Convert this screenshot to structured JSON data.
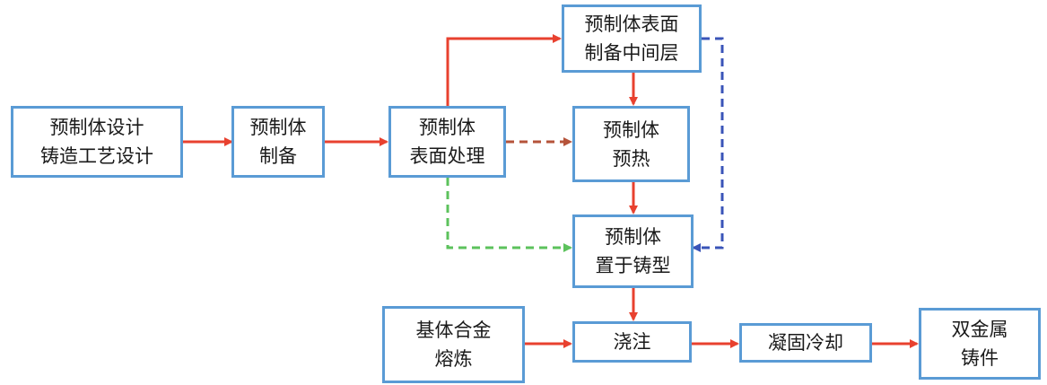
{
  "diagram": {
    "nodes": {
      "design": [
        "预制体设计",
        "铸造工艺设计"
      ],
      "prep": [
        "预制体",
        "制备"
      ],
      "surface": [
        "预制体",
        "表面处理"
      ],
      "interlayer": [
        "预制体表面",
        "制备中间层"
      ],
      "preheat": [
        "预制体",
        "预热"
      ],
      "place": [
        "预制体",
        "置于铸型"
      ],
      "melt": [
        "基体合金",
        "熔炼"
      ],
      "pour": [
        "浇注"
      ],
      "solidify": [
        "凝固冷却"
      ],
      "product": [
        "双金属",
        "铸件"
      ]
    },
    "colors": {
      "box_border": "#5a9bd5",
      "arrow_solid": "#e8412f",
      "arrow_dashed_brown": "#b5533a",
      "arrow_dashed_green": "#5cc25c",
      "arrow_dashed_blue": "#3a54b8"
    }
  }
}
